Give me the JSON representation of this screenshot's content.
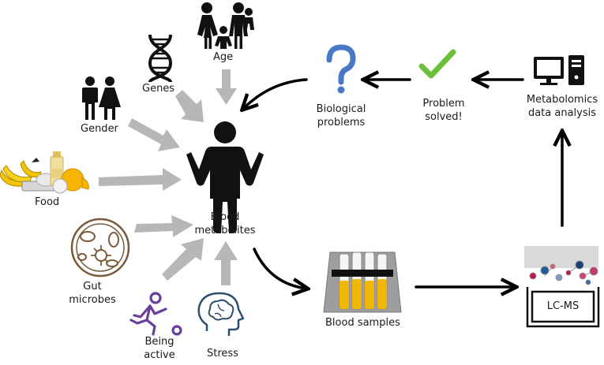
{
  "factors": {
    "age": "Age",
    "genes": "Genes",
    "gender": "Gender",
    "food": "Food",
    "gut_line1": "Gut",
    "gut_line2": "microbes",
    "active_line1": "Being",
    "active_line2": "active",
    "stress": "Stress"
  },
  "center": {
    "line1": "Blood",
    "line2": "metabolites"
  },
  "workflow": {
    "samples": "Blood samples",
    "instrument": "LC-MS",
    "analysis_line1": "Metabolomics",
    "analysis_line2": "data analysis",
    "solved_line1": "Problem",
    "solved_line2": "solved!",
    "problems_line1": "Biological",
    "problems_line2": "problems"
  },
  "colors": {
    "factor_arrow": "#b7b7b7",
    "flow_arrow": "#000000",
    "question": "#4a78c8",
    "check": "#6cbf3a",
    "serum": "#f2b705",
    "runner": "#6a3f9c",
    "brain": "#2f4f6f",
    "microbe": "#7a5a3a"
  }
}
